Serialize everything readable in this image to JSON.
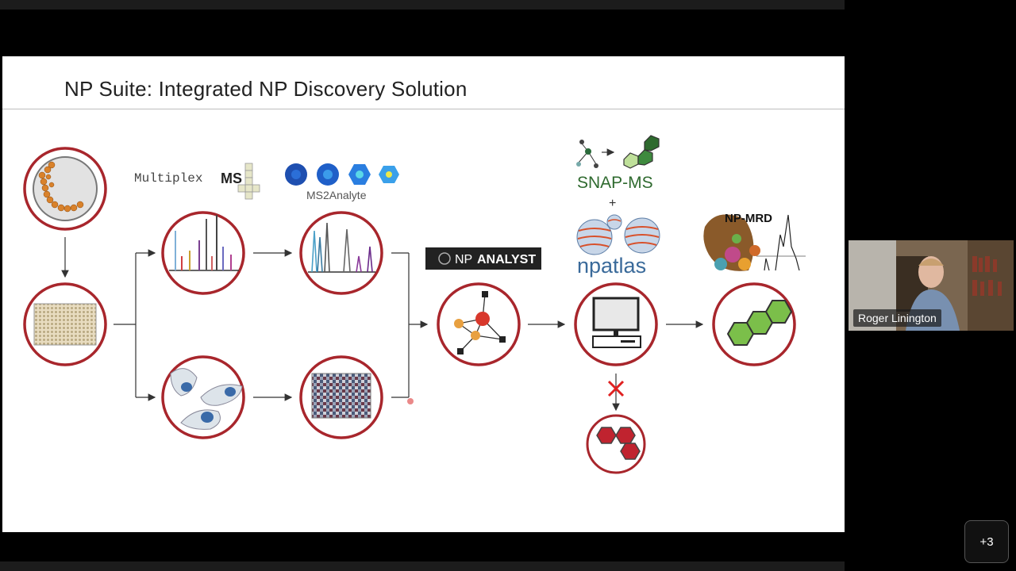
{
  "slide": {
    "title": "NP Suite: Integrated NP Discovery Solution",
    "logos": {
      "multiplex_prefix": "Multiplex",
      "multiplex_suffix": "MS",
      "ms2analyte": "MS2Analyte",
      "np_analyst_prefix": "NP",
      "np_analyst_suffix": "ANALYST",
      "snap_ms": "SNAP-MS",
      "plus": "+",
      "npatlas": "npatlas",
      "np_mrd": "NP-MRD"
    }
  },
  "participant": {
    "name": "Roger Linington"
  },
  "controls": {
    "more_participants": "+3"
  },
  "colors": {
    "circle_border": "#a8262c",
    "hexagon_green": "#7bbf4a",
    "hexagon_red": "#c0232f",
    "snap_green": "#3a7a3a",
    "cross_red": "#e02020"
  }
}
